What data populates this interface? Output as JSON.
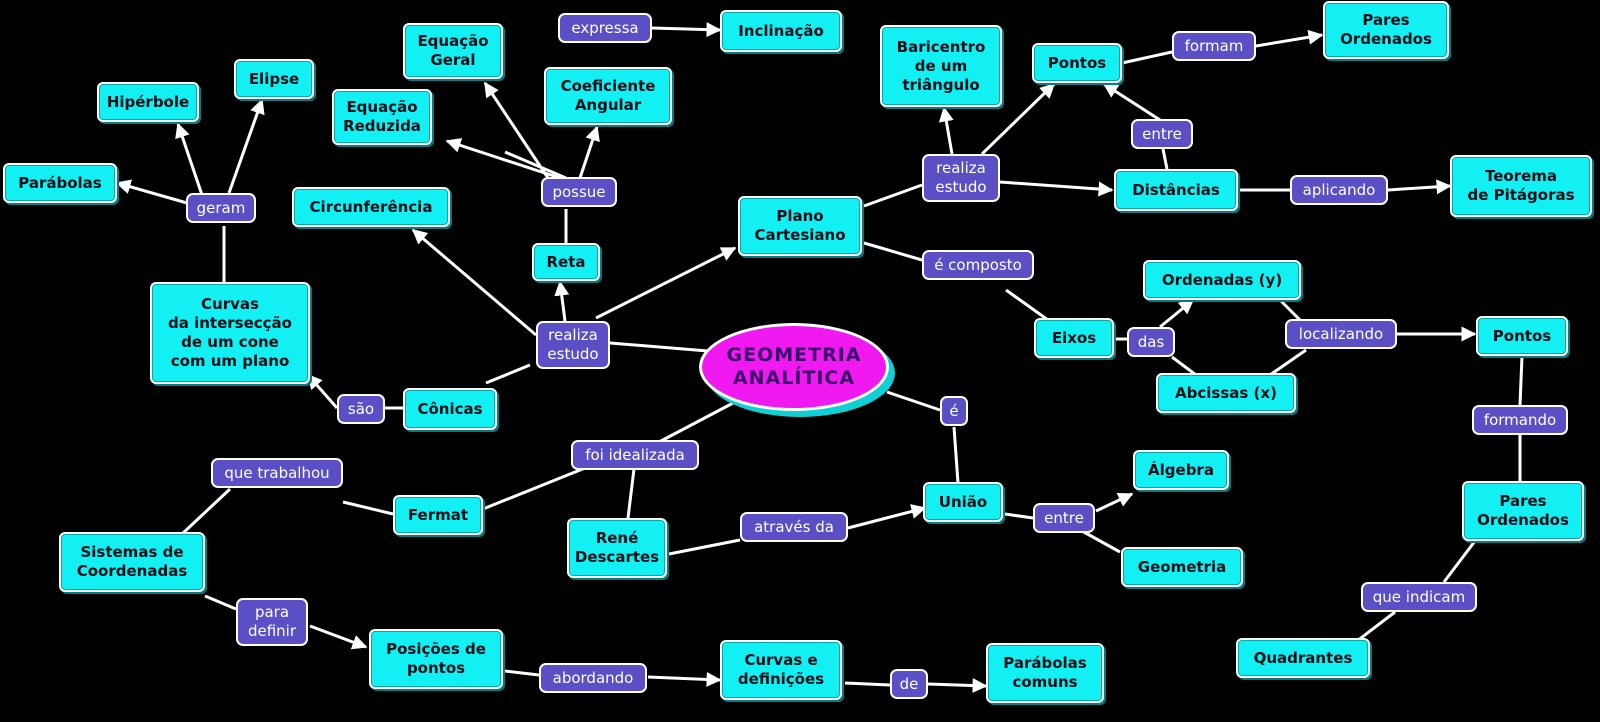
{
  "central_topic": "GEOMETRIA\nANALÍTICA",
  "concepts": {
    "inclinacao": "Inclinação",
    "equacao_geral": "Equação\nGeral",
    "coeficiente_angular": "Coeficiente\nAngular",
    "equacao_reduzida": "Equação\nReduzida",
    "elipse": "Elipse",
    "hiperbole": "Hipérbole",
    "parabolas": "Parábolas",
    "circunferencia": "Circunferência",
    "reta": "Reta",
    "curvas_interseccao": "Curvas\nda intersecção\nde um cone\ncom um plano",
    "conicas": "Cônicas",
    "baricentro": "Baricentro\nde um\ntriângulo",
    "pontos_top": "Pontos",
    "pares_ordenados_top": "Pares\nOrdenados",
    "plano_cartesiano": "Plano\nCartesiano",
    "distancias": "Distâncias",
    "teorema_pitagoras": "Teorema\nde Pitágoras",
    "ordenadas": "Ordenadas (y)",
    "eixos": "Eixos",
    "abcissas": "Abcissas (x)",
    "pontos_right": "Pontos",
    "fermat": "Fermat",
    "rene_descartes": "René\nDescartes",
    "uniao": "União",
    "algebra": "Álgebra",
    "geometria": "Geometria",
    "sistemas_coordenadas": "Sistemas de\nCoordenadas",
    "posicoes_pontos": "Posições de\npontos",
    "curvas_definicoes": "Curvas e\ndefinições",
    "parabolas_comuns": "Parábolas\ncomuns",
    "pares_ordenados_right": "Pares\nOrdenados",
    "quadrantes": "Quadrantes"
  },
  "linking_phrases": {
    "expressa": "expressa",
    "possue": "possue",
    "geram": "geram",
    "realiza_estudo_left": "realiza\nestudo",
    "sao": "são",
    "realiza_estudo_right": "realiza\nestudo",
    "formam": "formam",
    "entre_top": "entre",
    "aplicando": "aplicando",
    "e_composto": "é composto",
    "das": "das",
    "localizando": "localizando",
    "formando": "formando",
    "e": "é",
    "foi_idealizada": "foi idealizada",
    "que_trabalhou": "que trabalhou",
    "atraves_da": "através da",
    "entre_bottom": "entre",
    "para_definir": "para\ndefinir",
    "abordando": "abordando",
    "de": "de",
    "que_indicam": "que indicam"
  },
  "colors": {
    "background": "#000000",
    "concept_fill": "#12f0f3",
    "link_fill": "#5a4fc4",
    "center_fill": "#f019f0",
    "edge": "#ffffff"
  }
}
